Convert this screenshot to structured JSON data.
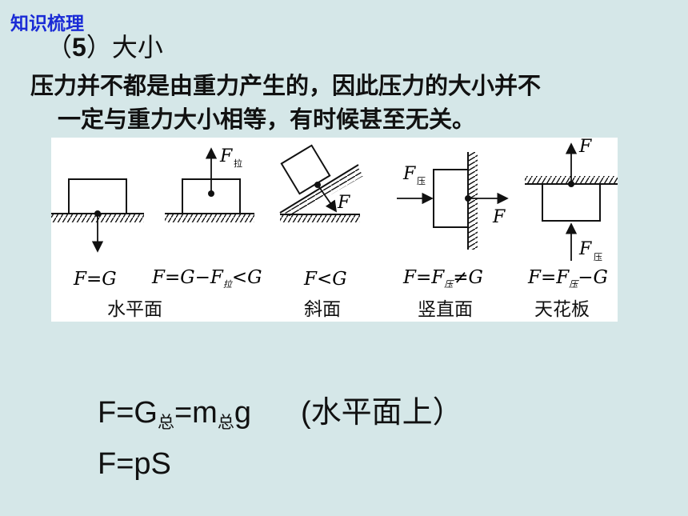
{
  "header": {
    "tag": "知识梳理",
    "heading_open": "（",
    "heading_num": "5",
    "heading_rest": "）大小"
  },
  "paragraph": {
    "line1": "压力并不都是由重力产生的，因此压力的大小并不",
    "line2": "一定与重力大小相等，有时候甚至无关。"
  },
  "figure": {
    "cases": [
      {
        "formula_prefix": "F=G",
        "caption": "水平面"
      },
      {
        "top_label": "F",
        "top_sub": "拉",
        "formula_prefix": "F=G−F",
        "formula_sub": "拉",
        "formula_suffix": "<G",
        "caption": ""
      },
      {
        "force_label": "F",
        "formula_prefix": "F<G",
        "caption": "斜面"
      },
      {
        "left_label": "F",
        "left_sub": "压",
        "right_label": "F",
        "formula_prefix": "F=F",
        "formula_sub": "压",
        "formula_suffix": "≠G",
        "caption": "竖直面"
      },
      {
        "top_label": "F",
        "bottom_label": "F",
        "bottom_sub": "压",
        "formula_prefix": "F=F",
        "formula_sub": "压",
        "formula_suffix": "−G",
        "caption": "天花板"
      }
    ]
  },
  "formulas": {
    "f1_a": "F=G",
    "f1_sub1": "总",
    "f1_b": "=m",
    "f1_sub2": "总",
    "f1_c": "g",
    "f1_note": "(水平面上）",
    "f2": "F=pS"
  }
}
